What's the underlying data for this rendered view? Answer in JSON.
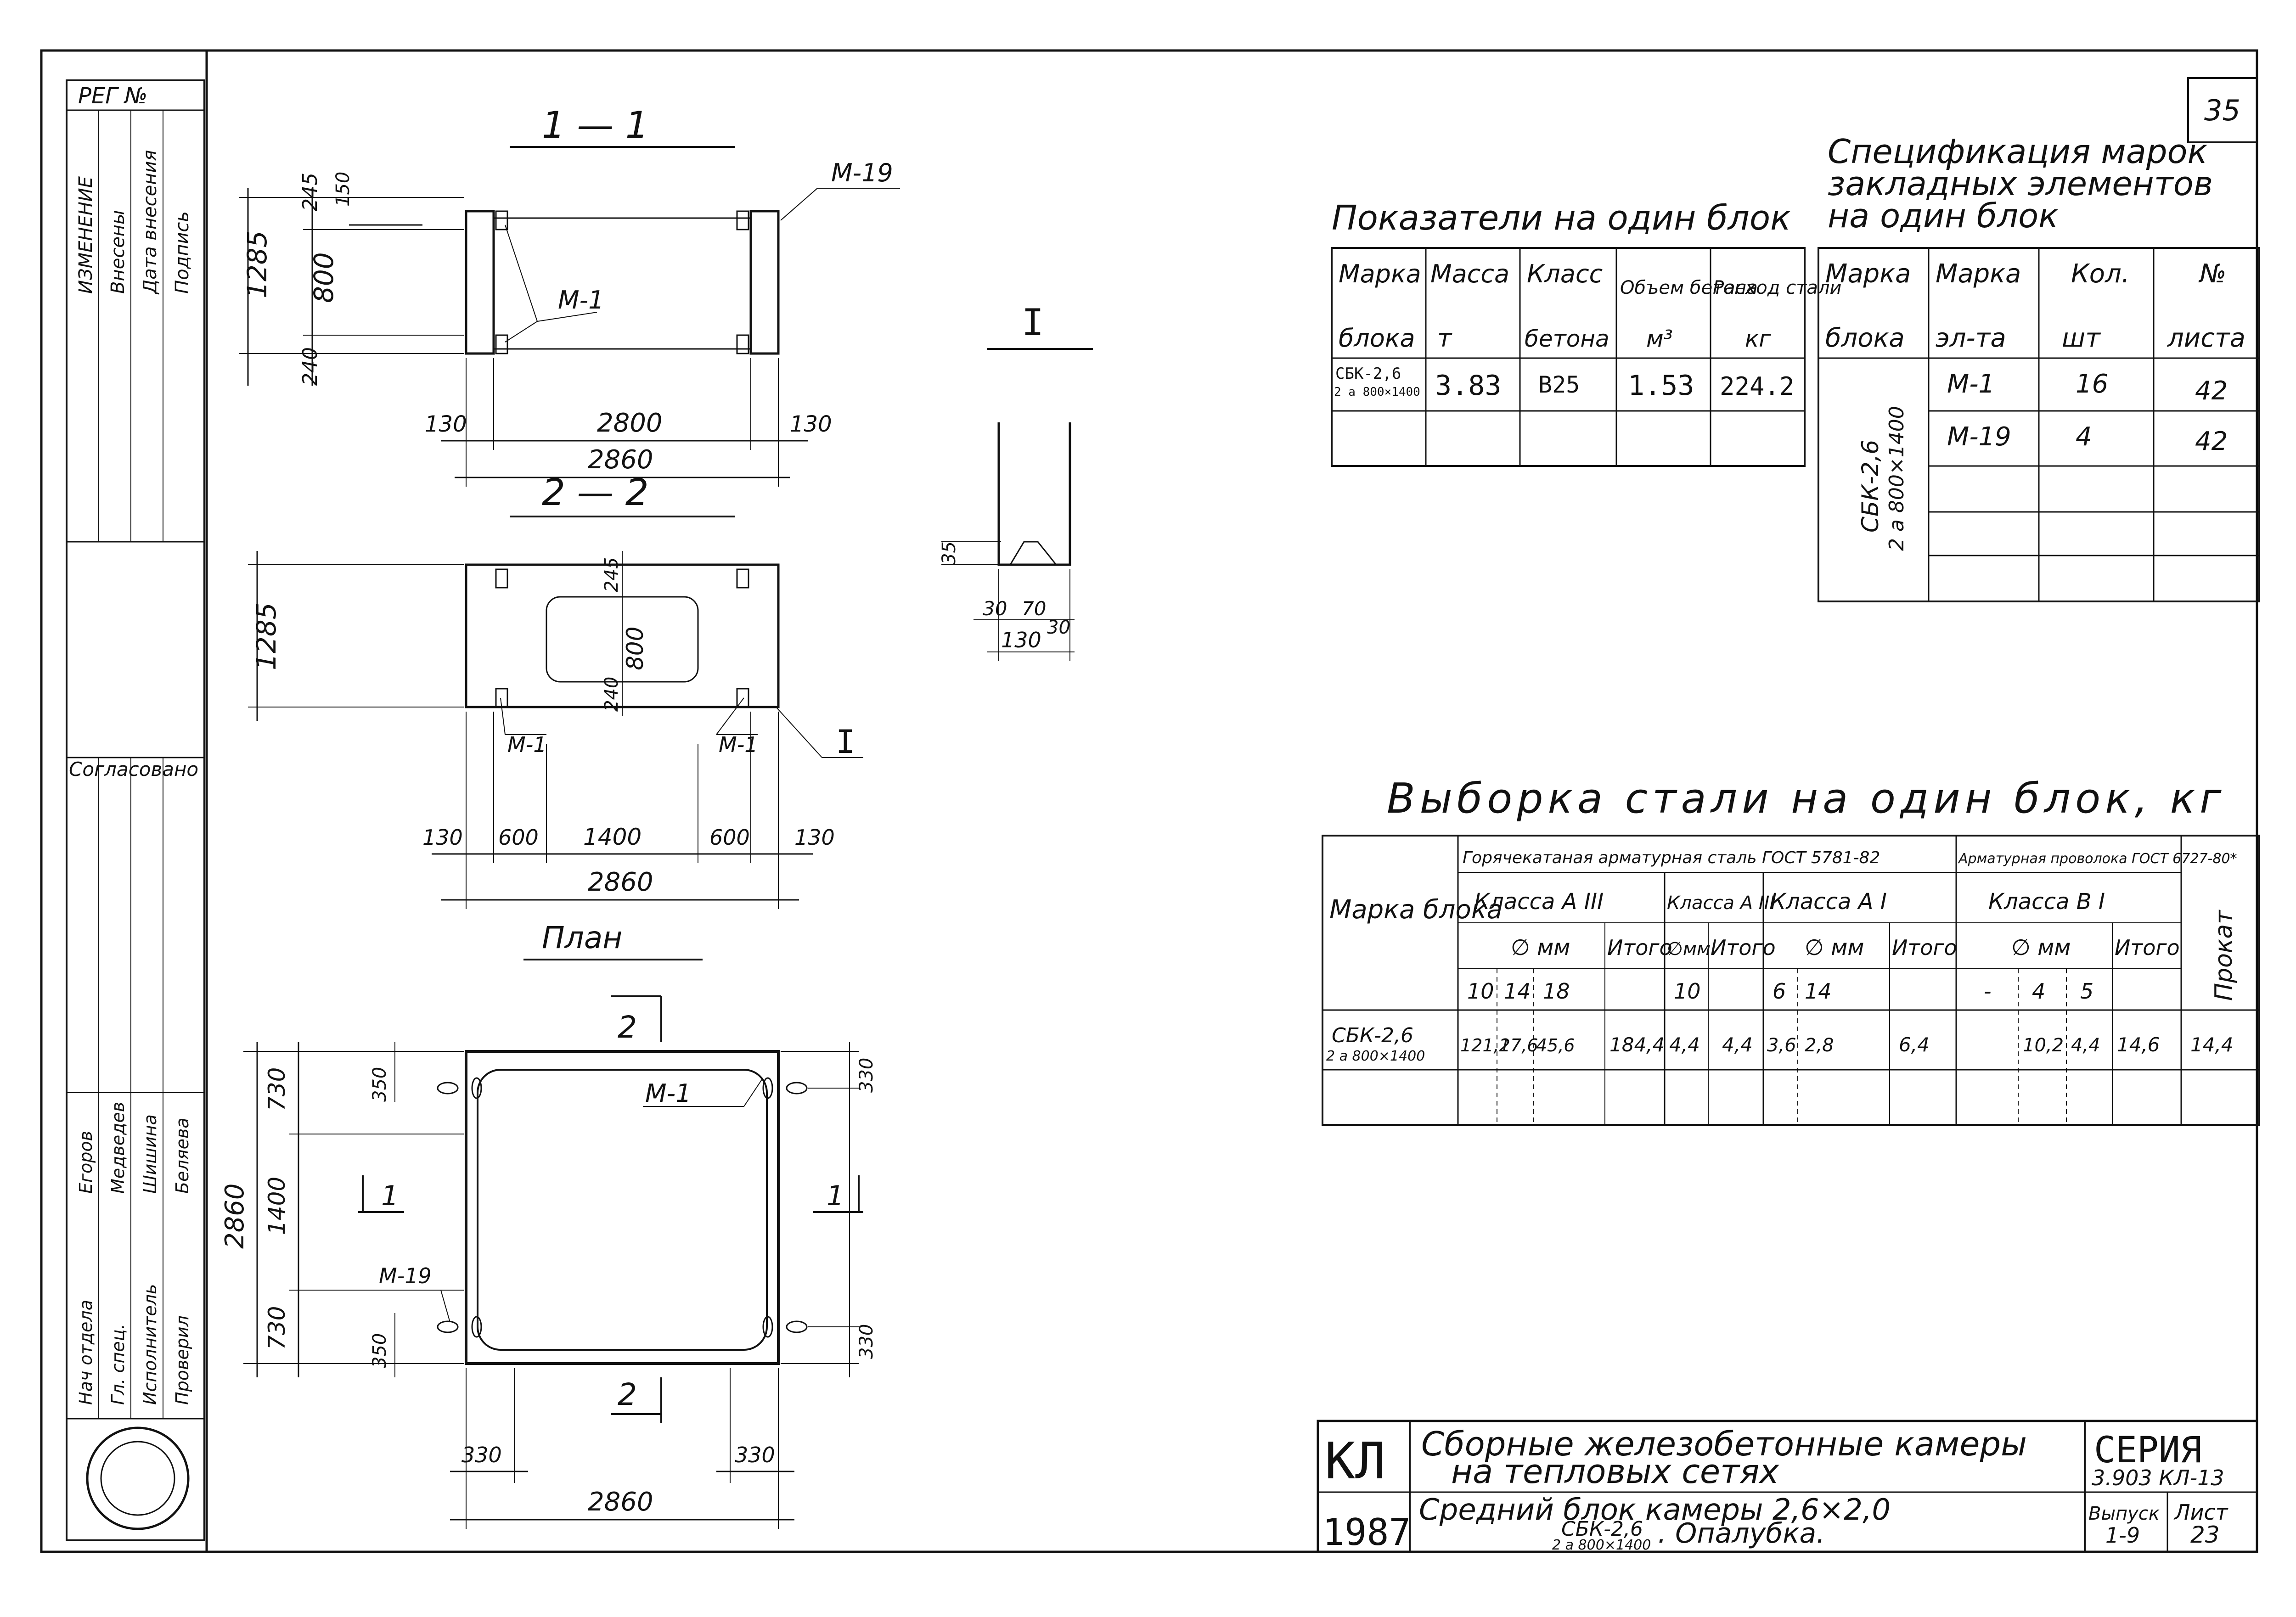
{
  "sheet_number": "35",
  "stamp": {
    "reg_no": "РЕГ №",
    "revision_rows": [
      "ИЗМЕНЕНИЕ",
      "Внесены",
      "Дата внесения",
      "Подпись"
    ],
    "agreed": "Согласовано",
    "signatures": [
      {
        "role": "Нач отдела",
        "name": "Егоров"
      },
      {
        "role": "Гл. спец.",
        "name": "Медведев"
      },
      {
        "role": "Исполнитель",
        "name": "Шишина"
      },
      {
        "role": "Проверил",
        "name": "Беляева"
      }
    ]
  },
  "views": {
    "section_1": {
      "title": "1 — 1",
      "dims": {
        "h_total": "1285",
        "h_inner": "800",
        "top": "245",
        "top_small": "150",
        "bottom": "240",
        "w_inner": "2800",
        "w_total": "2860",
        "side": "130"
      },
      "callouts": {
        "m19": "М-19",
        "m1": "М-1"
      }
    },
    "section_2": {
      "title": "2 — 2",
      "dims": {
        "h_total": "1285",
        "opening": "800",
        "top": "245",
        "bottom": "240",
        "side": "130",
        "gap": "600",
        "opening_w": "1400",
        "w_total": "2860"
      },
      "callouts": {
        "m1_left": "М-1",
        "m1_right": "М-1",
        "detail": "I"
      }
    },
    "detail": {
      "title": "I",
      "dims": {
        "h": "35",
        "a": "30",
        "b": "70",
        "total": "130",
        "top": "30"
      }
    },
    "plan": {
      "title": "План",
      "dims": {
        "h1": "730",
        "h2": "1400",
        "h3": "730",
        "total": "2860",
        "corner": "350",
        "edge": "330",
        "w_left": "330",
        "w_right": "330",
        "w_total": "2860"
      },
      "callouts": {
        "m1": "М-1",
        "m19": "М-19",
        "cut1_left": "1",
        "cut1_right": "1",
        "cut2_top": "2",
        "cut2_bottom": "2"
      }
    }
  },
  "indicators": {
    "title": "Показатели на один блок",
    "headers": [
      [
        "Марка",
        "блока"
      ],
      [
        "Масса",
        "т"
      ],
      [
        "Класс",
        "бетона"
      ],
      [
        "Объем бетона",
        "м³"
      ],
      [
        "Расход стали",
        "кг"
      ]
    ],
    "rows": [
      {
        "mark": "СБК-2,6",
        "mark_sub": "2 а 800×1400",
        "mass": "3.83",
        "concrete_class": "В25",
        "volume": "1.53",
        "steel": "224.2"
      }
    ]
  },
  "embedded_spec": {
    "title": "Спецификация марок закладных элементов на один блок",
    "title_lines": [
      "Спецификация марок",
      "закладных элементов",
      "на один блок"
    ],
    "headers": [
      [
        "Марка",
        "блока"
      ],
      [
        "Марка",
        "эл-та"
      ],
      [
        "Кол.",
        "шт"
      ],
      [
        "№",
        "листа"
      ]
    ],
    "block": "СБК-2,6",
    "block_sub": "2 а 800×1400",
    "rows": [
      {
        "element": "М-1",
        "qty": "16",
        "sheet": "42"
      },
      {
        "element": "М-19",
        "qty": "4",
        "sheet": "42"
      }
    ]
  },
  "steel_selection": {
    "title": "Выборка стали на один блок, кг",
    "col_mark": "Марка блока",
    "hot_rolled": "Горячекатаная арматурная сталь ГОСТ 5781-82",
    "wire": "Арматурная проволока ГОСТ 6727-80*",
    "classes": {
      "a3": "Класса А III",
      "a3b": "Класса А III",
      "a1": "Класса А I",
      "b1": "Класса В I"
    },
    "dia_mm": "∅ мм",
    "dia_short": "∅мм",
    "total": "Итого",
    "rolled": "Прокат",
    "diameters": {
      "a3": [
        "10",
        "14",
        "18"
      ],
      "a3b": [
        "10"
      ],
      "a1": [
        "6",
        "14"
      ],
      "b1": [
        "-",
        "4",
        "5"
      ]
    },
    "row": {
      "mark": "СБК-2,6",
      "mark_sub": "2 а 800×1400",
      "a3": [
        "121,2",
        "17,6",
        "45,6"
      ],
      "a3_total": "184,4",
      "a3b": [
        "4,4"
      ],
      "a3b_total": "4,4",
      "a1": [
        "3,6",
        "2,8"
      ],
      "a1_total": "6,4",
      "b1": [
        "",
        "10,2",
        "4,4"
      ],
      "b1_total": "14,6",
      "rolled": "14,4"
    }
  },
  "title_block": {
    "code": "КЛ",
    "year": "1987",
    "title_line1": "Сборные железобетонные камеры",
    "title_line2": "на тепловых сетях",
    "desc_line1": "Средний блок камеры 2,6×2,0",
    "desc_block": "СБК-2,6",
    "desc_sub": "2 а 800×1400",
    "desc_suffix": ". Опалубка.",
    "series_label": "СЕРИЯ",
    "series": "3.903 КЛ-13",
    "issue_label": "Выпуск",
    "issue": "1-9",
    "sheet_label": "Лист",
    "sheet": "23"
  }
}
